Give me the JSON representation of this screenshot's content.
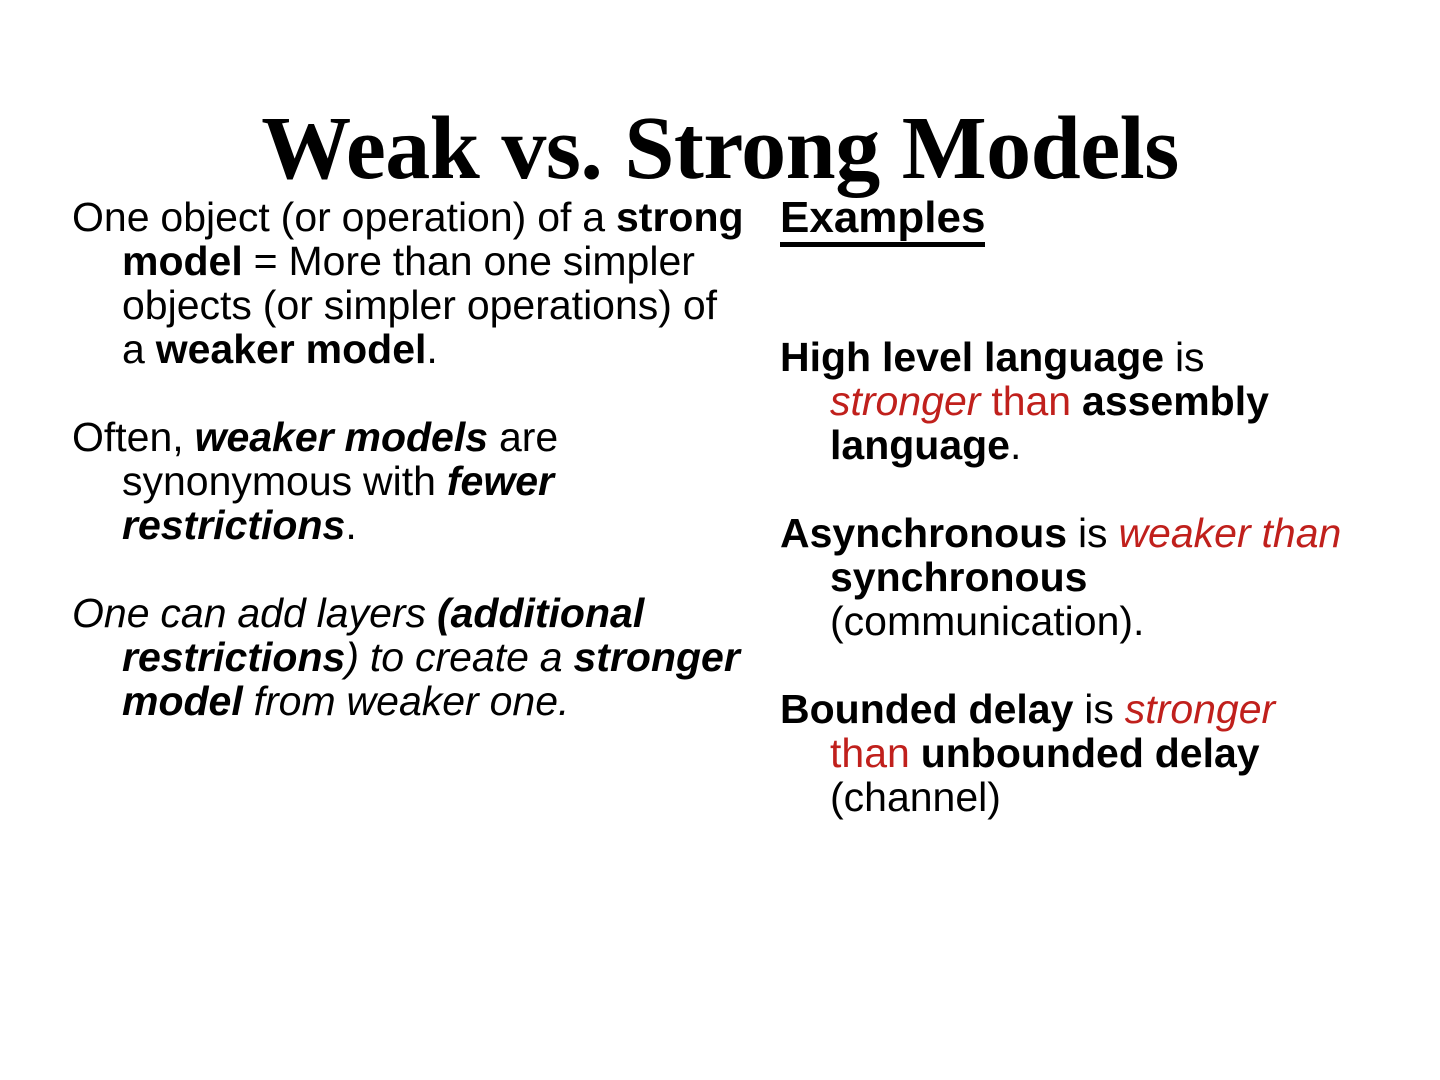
{
  "slide": {
    "title": "Weak vs. Strong Models",
    "background_color": "#ffffff",
    "text_color": "#000000",
    "accent_color": "#c0201c"
  },
  "left_column": {
    "paragraphs": [
      {
        "id": "p1",
        "plain_text": "One object (or operation) of a strong model = More than one simpler objects (or simpler operations) of a weaker model.",
        "runs": [
          {
            "text": "One object (or operation) of a ",
            "style": "regular"
          },
          {
            "text": "strong model",
            "style": "bold"
          },
          {
            "text": " = More than one simpler objects (or simpler operations) of a ",
            "style": "regular"
          },
          {
            "text": "weaker model",
            "style": "bold"
          },
          {
            "text": ".",
            "style": "regular"
          }
        ]
      },
      {
        "id": "p2",
        "plain_text": "Often, weaker models are synonymous with fewer restrictions.",
        "runs": [
          {
            "text": "Often, ",
            "style": "regular"
          },
          {
            "text": "weaker models",
            "style": "bold-italic"
          },
          {
            "text": " are synonymous with ",
            "style": "regular"
          },
          {
            "text": "fewer restrictions",
            "style": "bold-italic"
          },
          {
            "text": ".",
            "style": "regular"
          }
        ]
      },
      {
        "id": "p3",
        "plain_text": "One can add layers (additional restrictions) to create a stronger model from weaker one.",
        "runs": [
          {
            "text": "One can add layers ",
            "style": "italic"
          },
          {
            "text": "(additional restrictions",
            "style": "bold-italic"
          },
          {
            "text": ") to create a ",
            "style": "italic"
          },
          {
            "text": "stronger model",
            "style": "bold-italic"
          },
          {
            "text": " from weaker one.",
            "style": "italic"
          }
        ]
      }
    ]
  },
  "right_column": {
    "heading": "Examples",
    "heading_underlined": true,
    "paragraphs": [
      {
        "id": "e1",
        "plain_text": "High level language is stronger than assembly language.",
        "runs": [
          {
            "text": "High level language",
            "style": "bold"
          },
          {
            "text": " is ",
            "style": "regular"
          },
          {
            "text": "stronger",
            "style": "red-italic"
          },
          {
            "text": " than ",
            "style": "red"
          },
          {
            "text": "assembly language",
            "style": "bold"
          },
          {
            "text": ".",
            "style": "regular"
          }
        ]
      },
      {
        "id": "e2",
        "plain_text": "Asynchronous is weaker than synchronous (communication).",
        "runs": [
          {
            "text": "Asynchronous",
            "style": "bold"
          },
          {
            "text": " is ",
            "style": "regular"
          },
          {
            "text": "weaker than",
            "style": "red-italic"
          },
          {
            "text": " ",
            "style": "regular"
          },
          {
            "text": "synchronous",
            "style": "bold"
          },
          {
            "text": " (communication).",
            "style": "regular"
          }
        ]
      },
      {
        "id": "e3",
        "plain_text": "Bounded delay is stronger than unbounded delay (channel)",
        "runs": [
          {
            "text": "Bounded delay",
            "style": "bold"
          },
          {
            "text": " is ",
            "style": "regular"
          },
          {
            "text": "stronger",
            "style": "red-italic"
          },
          {
            "text": " than ",
            "style": "red"
          },
          {
            "text": "unbounded delay",
            "style": "bold"
          },
          {
            "text": " (channel)",
            "style": "regular"
          }
        ]
      }
    ]
  }
}
